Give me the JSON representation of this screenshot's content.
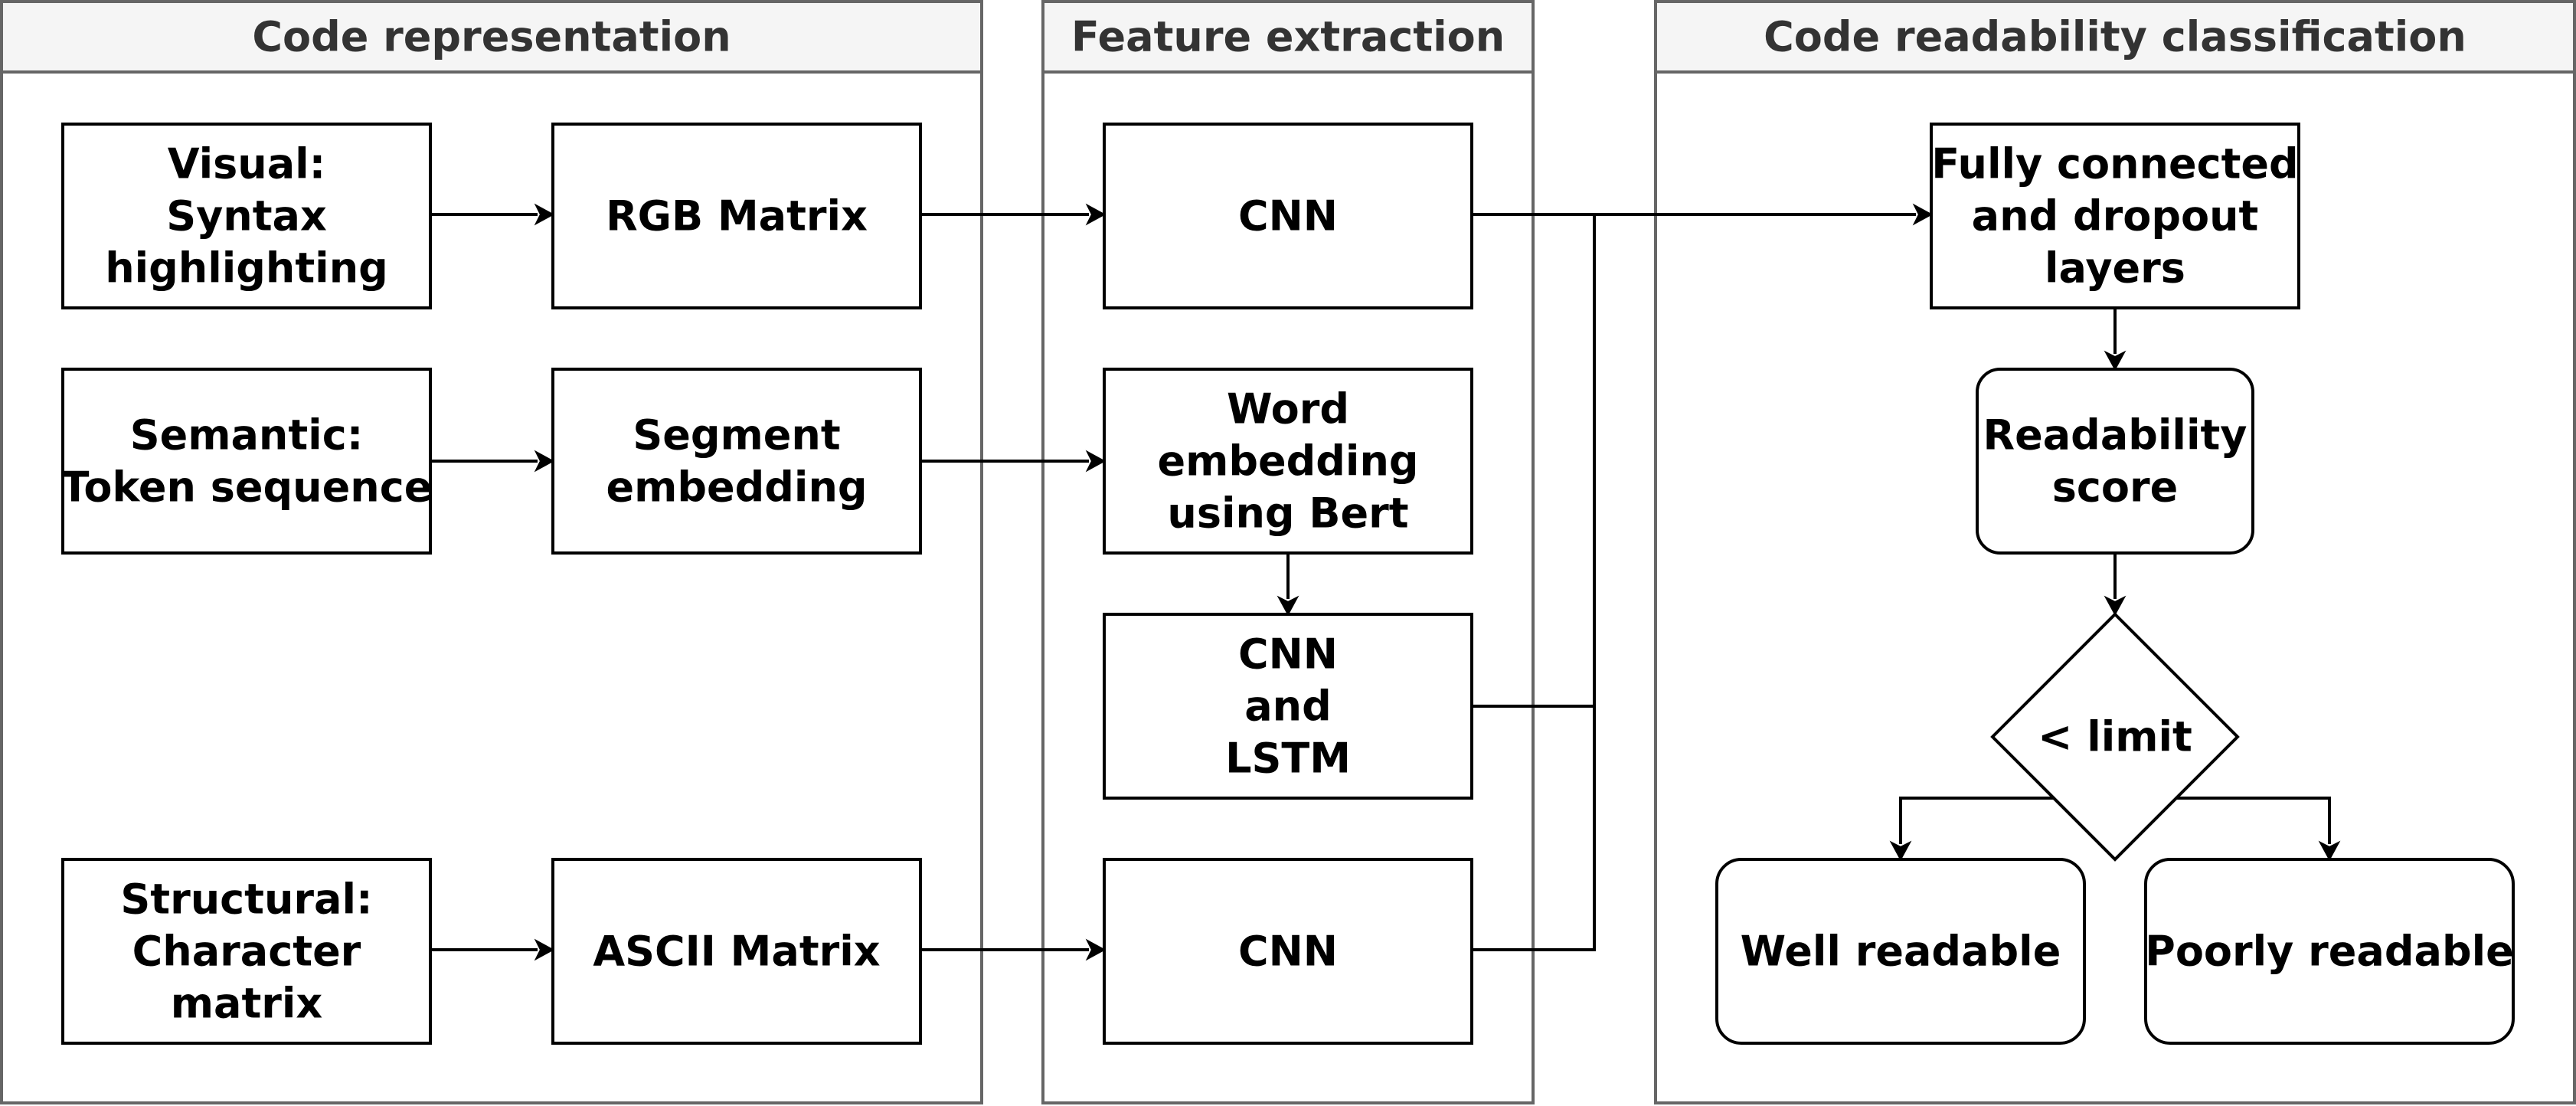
{
  "panels": {
    "representation": {
      "title": "Code representation"
    },
    "extraction": {
      "title": "Feature extraction"
    },
    "classification": {
      "title": "Code readability classification"
    }
  },
  "nodes": {
    "visual_input": {
      "lines": [
        "Visual:",
        "Syntax",
        "highlighting"
      ]
    },
    "rgb_matrix": {
      "lines": [
        "RGB Matrix"
      ]
    },
    "semantic_input": {
      "lines": [
        "Semantic:",
        "Token sequence"
      ]
    },
    "segment_embedding": {
      "lines": [
        "Segment",
        "embedding"
      ]
    },
    "structural_input": {
      "lines": [
        "Structural:",
        "Character",
        "matrix"
      ]
    },
    "ascii_matrix": {
      "lines": [
        "ASCII Matrix"
      ]
    },
    "cnn_visual": {
      "lines": [
        "CNN"
      ]
    },
    "word_embedding": {
      "lines": [
        "Word",
        "embedding",
        "using Bert"
      ]
    },
    "cnn_lstm": {
      "lines": [
        "CNN",
        "and",
        "LSTM"
      ]
    },
    "cnn_structural": {
      "lines": [
        "CNN"
      ]
    },
    "fully_connected": {
      "lines": [
        "Fully connected",
        "and dropout",
        "layers"
      ]
    },
    "readability_score": {
      "lines": [
        "Readability",
        "score"
      ]
    },
    "limit_decision": {
      "lines": [
        "< limit"
      ]
    },
    "well_readable": {
      "lines": [
        "Well readable"
      ]
    },
    "poorly_readable": {
      "lines": [
        "Poorly readable"
      ]
    }
  },
  "colors": {
    "panel_border": "#666666",
    "panel_header_fill": "#f5f5f5",
    "panel_title_text": "#333333",
    "node_border": "#000000",
    "node_fill": "#ffffff",
    "edge": "#000000"
  }
}
